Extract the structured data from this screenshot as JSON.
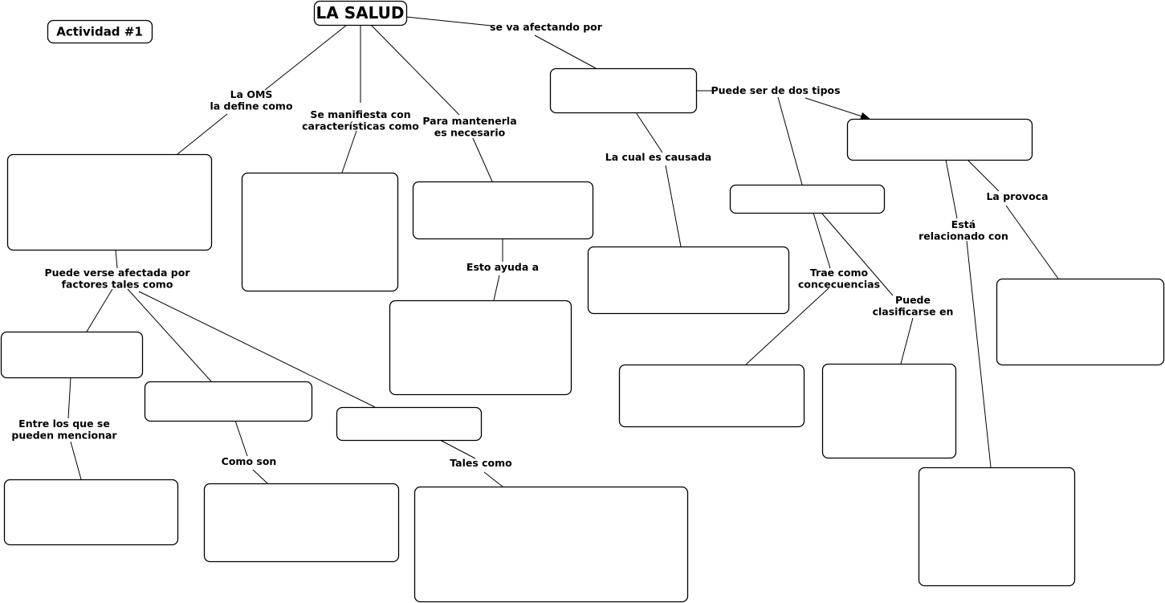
{
  "diagram": {
    "type": "concept-map",
    "title": "LA SALUD",
    "activity_label": "Actividad #1",
    "nodes": [
      {
        "id": "root",
        "text": "LA SALUD"
      },
      {
        "id": "actividad",
        "text": "Actividad #1"
      },
      {
        "id": "definicion",
        "text": ""
      },
      {
        "id": "caracteristicas",
        "text": ""
      },
      {
        "id": "mantener",
        "text": ""
      },
      {
        "id": "ayuda",
        "text": ""
      },
      {
        "id": "afectacion",
        "text": ""
      },
      {
        "id": "tipo2",
        "text": ""
      },
      {
        "id": "tipo1",
        "text": ""
      },
      {
        "id": "causa",
        "text": ""
      },
      {
        "id": "factor1",
        "text": ""
      },
      {
        "id": "factor2",
        "text": ""
      },
      {
        "id": "factor3",
        "text": ""
      },
      {
        "id": "menciones",
        "text": ""
      },
      {
        "id": "como-son",
        "text": ""
      },
      {
        "id": "tales-como",
        "text": ""
      },
      {
        "id": "consecuencias",
        "text": ""
      },
      {
        "id": "clasificacion",
        "text": ""
      },
      {
        "id": "provoca",
        "text": ""
      },
      {
        "id": "relacionado",
        "text": ""
      }
    ],
    "link_labels": [
      {
        "id": "oms",
        "text": [
          "La OMS",
          "la define como"
        ]
      },
      {
        "id": "manifiesta",
        "text": [
          "Se manifiesta con",
          "características como"
        ]
      },
      {
        "id": "mantenerla",
        "text": [
          "Para mantenerla",
          "es necesario"
        ]
      },
      {
        "id": "afectando",
        "text": [
          "se va afectando por"
        ]
      },
      {
        "id": "dos-tipos",
        "text": [
          "Puede ser de dos tipos"
        ]
      },
      {
        "id": "causada",
        "text": [
          "La cual es causada"
        ]
      },
      {
        "id": "ayuda-a",
        "text": [
          "Esto ayuda a"
        ]
      },
      {
        "id": "verse-afectada",
        "text": [
          "Puede verse afectada por",
          "factores tales como"
        ]
      },
      {
        "id": "entre-los",
        "text": [
          "Entre los que se",
          "pueden mencionar"
        ]
      },
      {
        "id": "como-son",
        "text": [
          "Como son"
        ]
      },
      {
        "id": "tales-como",
        "text": [
          "Tales como"
        ]
      },
      {
        "id": "trae",
        "text": [
          "Trae como",
          "concecuencias"
        ]
      },
      {
        "id": "clasificarse",
        "text": [
          "Puede",
          "clasificarse en"
        ]
      },
      {
        "id": "provoca",
        "text": [
          "La provoca"
        ]
      },
      {
        "id": "relacionado",
        "text": [
          "Está",
          "relacionado con"
        ]
      }
    ]
  }
}
